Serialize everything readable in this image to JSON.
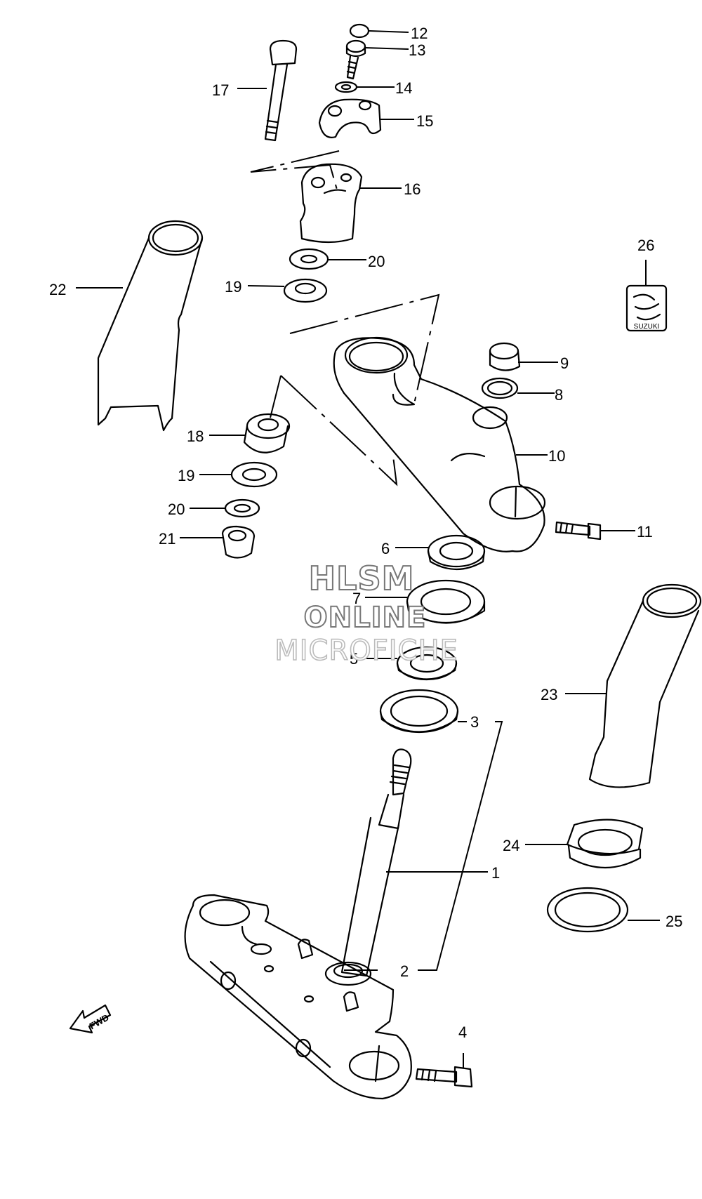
{
  "callouts": [
    "1",
    "2",
    "3",
    "4",
    "5",
    "6",
    "7",
    "8",
    "9",
    "10",
    "11",
    "12",
    "13",
    "14",
    "15",
    "16",
    "17",
    "18",
    "19",
    "20",
    "21",
    "22",
    "23",
    "24",
    "25",
    "26"
  ],
  "labels": {
    "p1": "1",
    "p2": "2",
    "p3": "3",
    "p4": "4",
    "p5": "5",
    "p6": "6",
    "p7": "7",
    "p8": "8",
    "p9": "9",
    "p10": "10",
    "p11": "11",
    "p12": "12",
    "p13": "13",
    "p14": "14",
    "p15": "15",
    "p16": "16",
    "p17": "17",
    "p18": "18",
    "p19a": "19",
    "p19b": "19",
    "p20a": "20",
    "p20b": "20",
    "p21": "21",
    "p22": "22",
    "p23": "23",
    "p24": "24",
    "p25": "25",
    "p26": "26"
  },
  "watermark": {
    "line1": "HLSM",
    "line2": "ONLINE",
    "line3": "MICROFICHE"
  },
  "emblem_text": "SUZUKI",
  "direction_arrow": "FWD",
  "line_color": "#000000",
  "background_color": "#ffffff"
}
